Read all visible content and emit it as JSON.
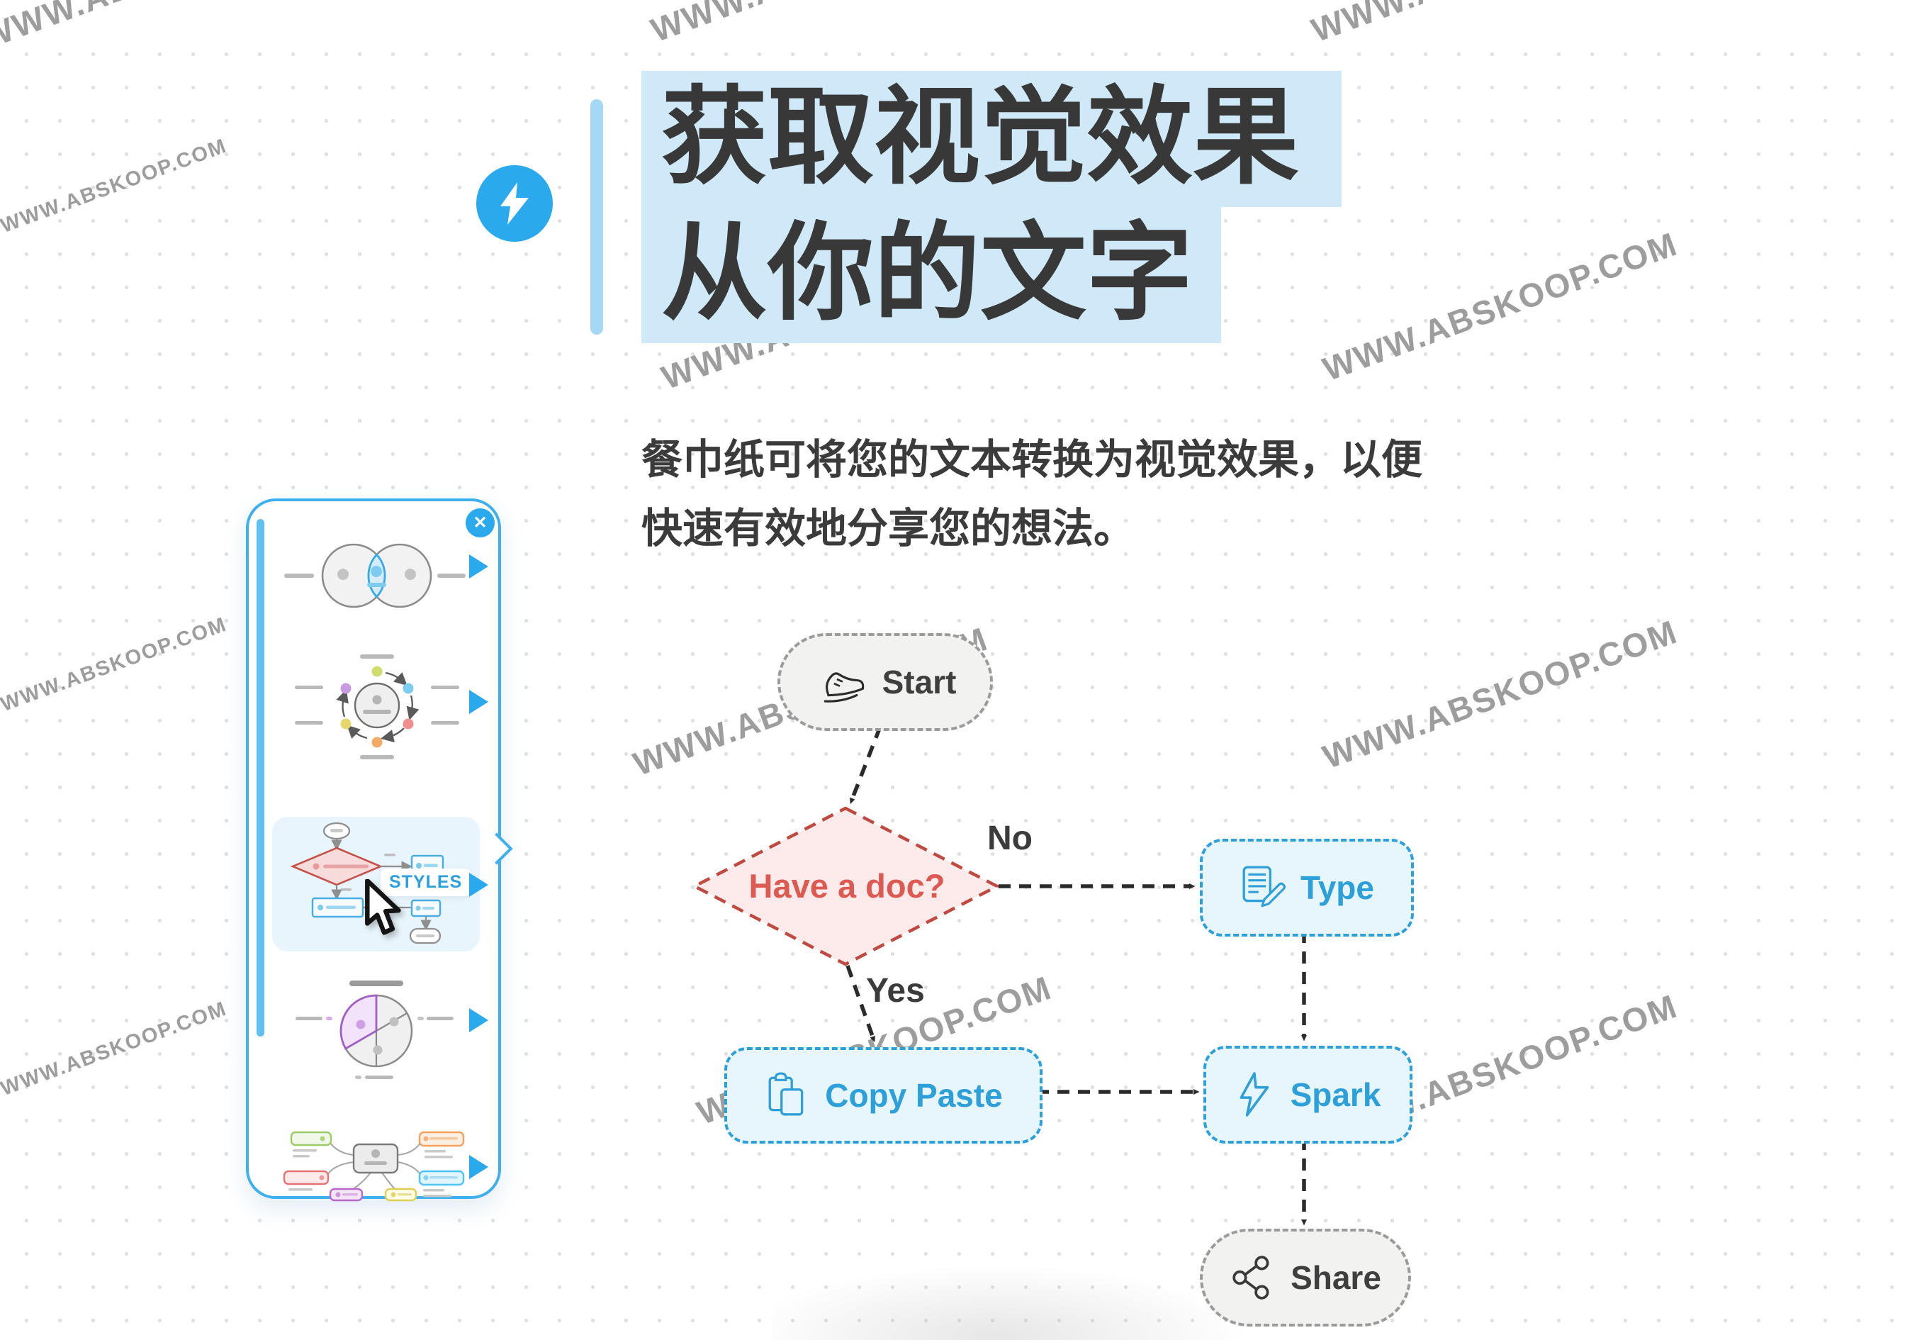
{
  "watermark": {
    "text": "WWW.ABSKOOP.COM"
  },
  "hero": {
    "title_line1": "获取视觉效果",
    "title_line2": "从你的文字",
    "subtitle_line1": "餐巾纸可将您的文本转换为视觉效果，以便",
    "subtitle_line2": "快速有效地分享您的想法。"
  },
  "style_panel": {
    "close_label": "✕",
    "styles_label": "STYLES",
    "items": [
      {
        "label": "venn-diagram-style"
      },
      {
        "label": "cycle-diagram-style"
      },
      {
        "label": "flowchart-style-selected"
      },
      {
        "label": "pie-chart-style"
      },
      {
        "label": "mind-map-style"
      }
    ]
  },
  "flowchart": {
    "nodes": [
      {
        "id": "start",
        "label": "Start"
      },
      {
        "id": "have_a_doc",
        "label": "Have a doc?"
      },
      {
        "id": "type",
        "label": "Type"
      },
      {
        "id": "copy_paste",
        "label": "Copy Paste"
      },
      {
        "id": "spark",
        "label": "Spark"
      },
      {
        "id": "share",
        "label": "Share"
      }
    ],
    "edge_labels": {
      "no": "No",
      "yes": "Yes"
    }
  },
  "icons": {
    "hero": "lightning-bolt",
    "close": "close-x",
    "start": "running-shoe",
    "type": "document-pencil",
    "copy_paste": "clipboard-copy",
    "spark": "lightning-outline",
    "share": "share-nodes"
  },
  "colors": {
    "accent": "#2aa9ed",
    "title_highlight": "#cfe9f8",
    "panel_border": "#3fb0ee",
    "node_blue": "#2d9fd9",
    "node_blue_fill": "#e7f5fd",
    "diamond_red": "#c2473f",
    "diamond_fill": "#fcebea",
    "gray_node_fill": "#f2f2f1"
  }
}
